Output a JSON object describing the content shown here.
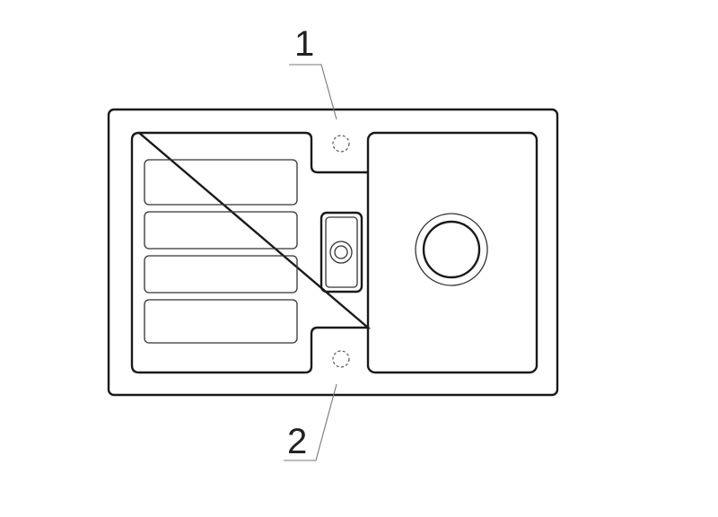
{
  "callouts": [
    {
      "label": "1",
      "target": "tap-hole-top"
    },
    {
      "label": "2",
      "target": "tap-hole-bottom"
    }
  ]
}
